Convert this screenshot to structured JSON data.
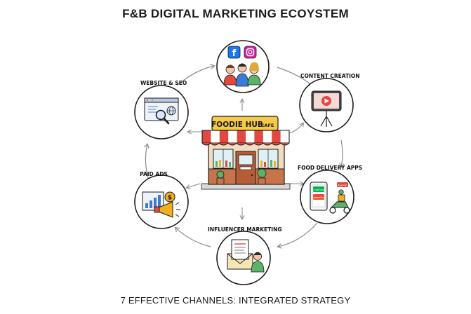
{
  "title": "F&B DIGITAL MARKETING ECOYSTEM",
  "footer": "7 EFFECTIVE CHANNELS: INTEGRATED STRATEGY",
  "center": {
    "sign": "FOODIE HUB",
    "sign_small": "CAFE"
  },
  "channels": {
    "social": {
      "label": "",
      "icons": [
        "facebook-icon",
        "instagram-icon"
      ]
    },
    "website": {
      "label": "WEBSITE & SEO"
    },
    "content": {
      "label": "CONTENT CREATION"
    },
    "delivery": {
      "label": "FOOD DELIVERY APPS",
      "app_badges": [
        "GrabFood",
        "ShopeeFood",
        "Baemin"
      ]
    },
    "paid": {
      "label": "PAID ADS"
    },
    "influencer": {
      "label": "INFLUENCER MARKETING"
    }
  },
  "colors": {
    "awning_red": "#e0493f",
    "awning_white": "#ffffff",
    "sign_yellow": "#f7c948",
    "brick": "#c8744a",
    "facebook": "#1877f2",
    "instagram": "#d6249f",
    "grab": "#00b14f",
    "shopee": "#ee4d2d",
    "ads_yellow": "#f2b01e",
    "ink": "#1a1a1a"
  }
}
